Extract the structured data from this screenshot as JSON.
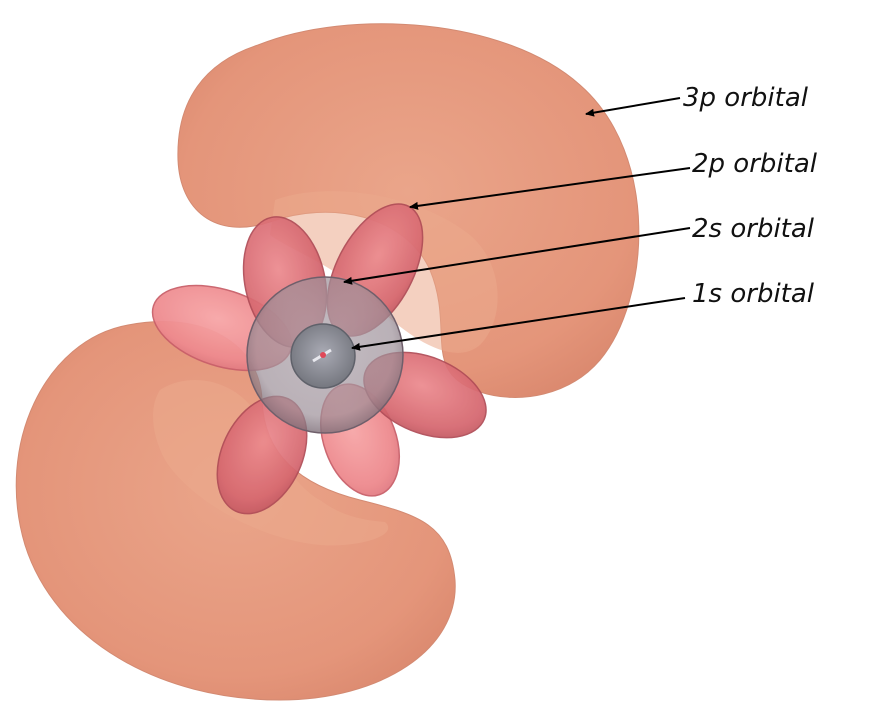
{
  "labels": {
    "orbital_3p": "3p orbital",
    "orbital_2p": "2p orbital",
    "orbital_2s": "2s orbital",
    "orbital_1s": "1s orbital"
  },
  "colors": {
    "orbital_3p": "#e4957a",
    "orbital_3p_inner": "#eba98c",
    "orbital_2p": "#d6676f",
    "orbital_2p_light": "#ee8a8e",
    "orbital_2s": "#9c8f98",
    "orbital_1s": "#8e8e98",
    "leader_line": "#000000",
    "background": "#ffffff"
  }
}
